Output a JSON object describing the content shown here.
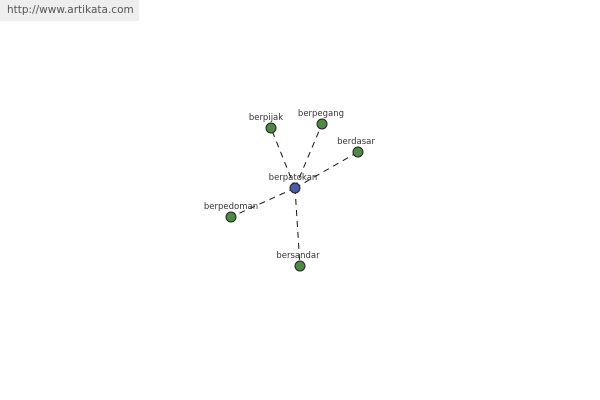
{
  "header": {
    "url": "http://www.artikata.com"
  },
  "graph": {
    "colors": {
      "center_node": "#4a5aa8",
      "leaf_node": "#4f8a45",
      "edge": "#111111"
    },
    "center": {
      "label": "berpatokan"
    },
    "leaves": [
      {
        "label": "berpijak"
      },
      {
        "label": "berpegang"
      },
      {
        "label": "berdasar"
      },
      {
        "label": "berpedoman"
      },
      {
        "label": "bersandar"
      }
    ]
  }
}
